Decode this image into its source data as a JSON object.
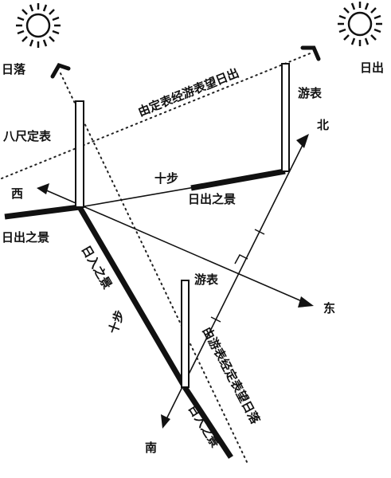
{
  "labels": {
    "sunset": "日落",
    "sunrise": "日出",
    "line_fixed_to_sunrise": "由定表经游表望日出",
    "bachi_fixed_pole": "八尺定表",
    "moving_pole_north": "游表",
    "north": "北",
    "west": "西",
    "ten_steps_top": "十步",
    "sunrise_shadow_right": "日出之景",
    "sunrise_shadow_left": "日出之景",
    "sunset_shadow_upper": "日入之景",
    "moving_pole_south": "游表",
    "east": "东",
    "ten_steps_left": "十步",
    "line_moving_to_sunset": "由游表经定表望日落",
    "south": "南",
    "sunset_shadow_lower": "日入之景"
  }
}
